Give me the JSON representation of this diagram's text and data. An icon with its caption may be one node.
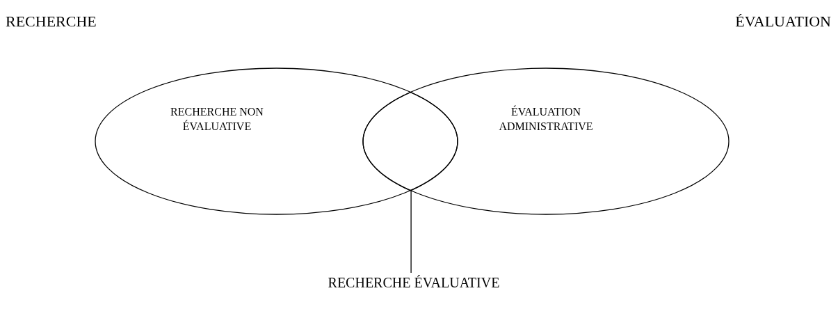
{
  "diagram": {
    "nodes": [
      {
        "text": [
          "RECHERCHE NON ÉVALUATIVE"
        ]
      },
      {
        "text": [
          "ÉVALUATION ADMINISTRATIVE"
        ]
      },
      {
        "text": [
          "RECHERCHE ÉVALUATIVE"
        ]
      },
      {
        "text": [],
        "shape": "lens"
      }
    ],
    "edges": [
      {
        "from": 2,
        "to": 3,
        "arrow": "none"
      }
    ],
    "labels": [
      "RECHERCHE",
      "ÉVALUATION"
    ]
  }
}
